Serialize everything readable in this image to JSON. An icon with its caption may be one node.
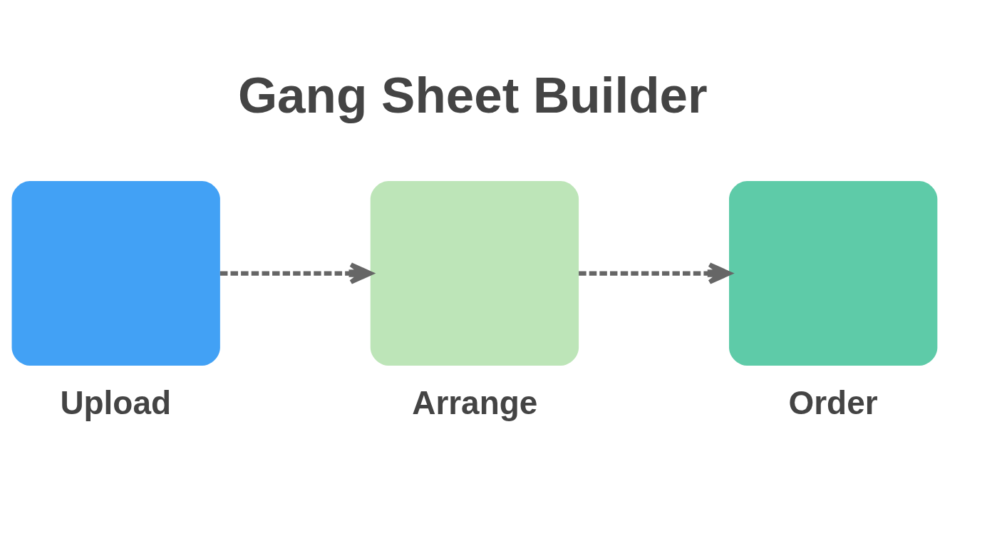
{
  "diagram": {
    "title": "Gang Sheet Builder",
    "nodes": [
      {
        "text": [
          "Upload"
        ]
      },
      {
        "text": [
          "Arrange"
        ]
      },
      {
        "text": [
          "Order"
        ]
      }
    ],
    "edges": [
      {
        "from": 0,
        "to": 1,
        "arrow": "to",
        "style": "dashed"
      },
      {
        "from": 1,
        "to": 2,
        "arrow": "to",
        "style": "dashed"
      }
    ]
  }
}
